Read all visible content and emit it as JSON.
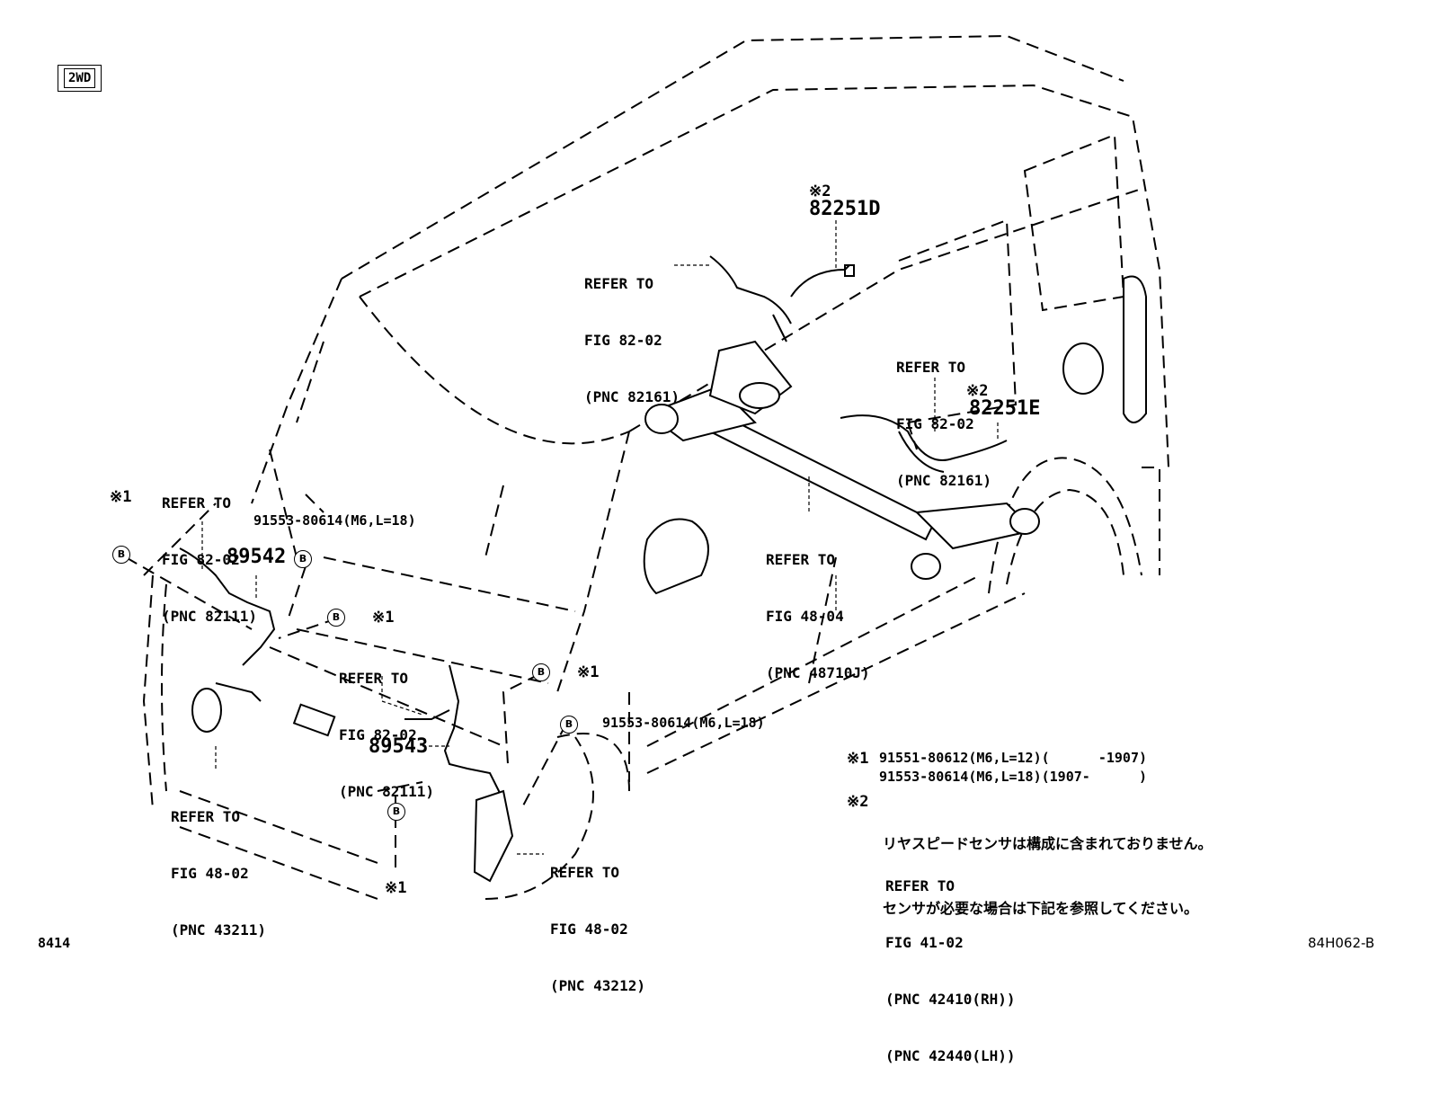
{
  "drive_box": "2WD",
  "parts": {
    "p82251d": "82251D",
    "p82251e": "82251E",
    "p89542": "89542",
    "p89543": "89543"
  },
  "refs": {
    "rear_left": [
      "REFER TO",
      "FIG 82-02",
      "(PNC 82161)"
    ],
    "rear_right": [
      "REFER TO",
      "FIG 82-02",
      "(PNC 82161)"
    ],
    "axle": [
      "REFER TO",
      "FIG 48-04",
      "(PNC 48710J)"
    ],
    "front_left_top": [
      "REFER TO",
      "FIG 82-02",
      "(PNC 82111)"
    ],
    "front_mid_top": [
      "REFER TO",
      "FIG 82-02",
      "(PNC 82111)"
    ],
    "front_left_bottom": [
      "REFER TO",
      "FIG 48-02",
      "(PNC 43211)"
    ],
    "front_right_bottom": [
      "REFER TO",
      "FIG 48-02",
      "(PNC 43212)"
    ]
  },
  "bolts": {
    "left": "91553-80614(M6,L=18)",
    "right": "91553-80614(M6,L=18)"
  },
  "marks": {
    "k1": "※1",
    "k2": "※2",
    "b": "B",
    "b_k1": "※1"
  },
  "notes": {
    "n1_mark": "※1",
    "n1_line1": "91551-80612(M6,L=12)(      -1907)",
    "n1_line2": "91553-80614(M6,L=18)(1907-      )",
    "n2_mark": "※2",
    "n2_line1": "リヤスピードセンサは構成に含まれておりません。",
    "n2_line2": "センサが必要な場合は下記を参照してください。",
    "n2_ref": [
      "REFER TO",
      "FIG 41-02",
      "(PNC 42410(RH))",
      "(PNC 42440(LH))"
    ]
  },
  "footer": {
    "page": "8414",
    "code": "84H062-B"
  }
}
